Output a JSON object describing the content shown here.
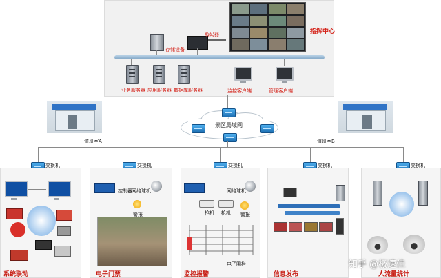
{
  "top": {
    "command_center": "指挥中心",
    "decoder": "解码器",
    "storage": "存储设备",
    "servers": [
      "业务服务器",
      "应用服务器",
      "数据库服务器"
    ],
    "clients": [
      "监控客户端",
      "管理客户端"
    ]
  },
  "network": {
    "lan": "景区局域网",
    "duty_a": "值班室A",
    "duty_b": "值班室B"
  },
  "switch_label": "交换机",
  "panels": [
    {
      "title": "系统联动"
    },
    {
      "title": "电子门票",
      "controller": "控制器",
      "ball_cam": "网络球机",
      "alarm": "警报"
    },
    {
      "title": "监控报警",
      "ball_cam": "网络球机",
      "gun_cam": "枪机",
      "alarm": "警报",
      "fence": "电子围栏"
    },
    {
      "title": "信息发布"
    },
    {
      "title": "人流量统计"
    }
  ],
  "watermark": "知乎 @极速佳",
  "colors": {
    "accent_red": "#d4241b",
    "switch_blue": "#2a86d3",
    "bus_blue": "#8fb1cf"
  }
}
